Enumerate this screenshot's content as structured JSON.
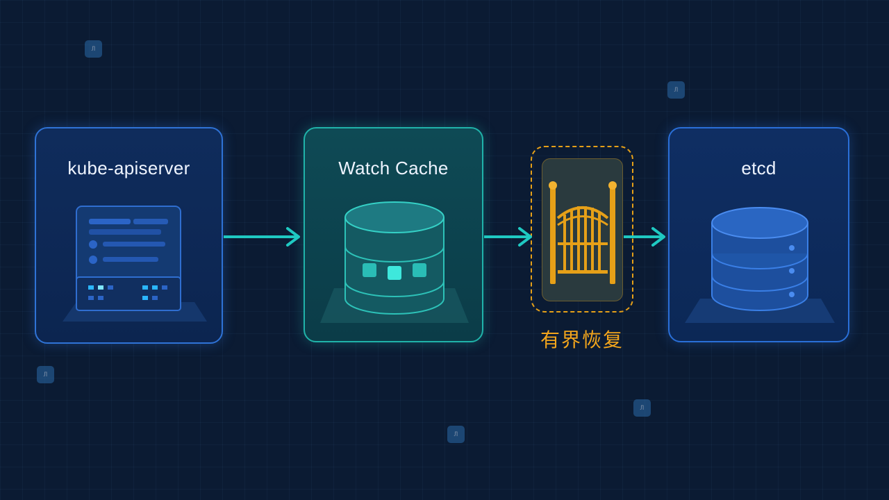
{
  "nodes": {
    "apiserver": {
      "title": "kube-apiserver"
    },
    "cache": {
      "title": "Watch Cache"
    },
    "etcd": {
      "title": "etcd"
    }
  },
  "gate": {
    "label": "有界恢复"
  },
  "edges": [
    {
      "from": "kube-apiserver",
      "to": "Watch Cache"
    },
    {
      "from": "Watch Cache",
      "to": "有界恢复"
    },
    {
      "from": "有界恢复",
      "to": "etcd"
    }
  ],
  "colors": {
    "background": "#0b1b33",
    "arrow": "#1fc9c2",
    "apiserver_border": "#2f73d6",
    "cache_border": "#20b3aa",
    "etcd_border": "#2a6fd8",
    "gate_accent": "#e6a018"
  },
  "icons": {
    "apiserver": "server-window-icon",
    "cache": "database-icon",
    "gate": "gate-icon",
    "etcd": "database-icon"
  }
}
